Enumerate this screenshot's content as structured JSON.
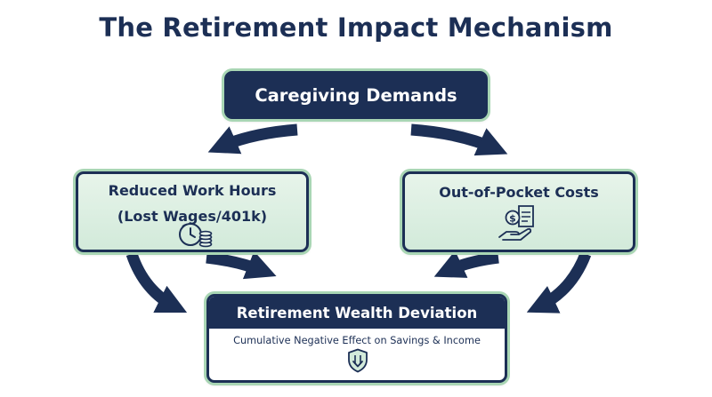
{
  "diagram": {
    "title": "The Retirement Impact Mechanism",
    "top_node": {
      "label": "Caregiving Demands"
    },
    "left_node": {
      "line1": "Reduced Work Hours",
      "line2": "(Lost Wages/401k)",
      "icon": "clock-coins-icon"
    },
    "right_node": {
      "label": "Out-of-Pocket Costs",
      "icon": "hand-dollar-receipt-icon"
    },
    "bottom_node": {
      "label": "Retirement Wealth Deviation",
      "sublabel": "Cumulative Negative Effect on Savings & Income",
      "icon": "shield-down-arrow-icon"
    },
    "colors": {
      "navy": "#1c2f55",
      "mint": "#a9d6b4",
      "light_green": "#dcefe1"
    }
  }
}
